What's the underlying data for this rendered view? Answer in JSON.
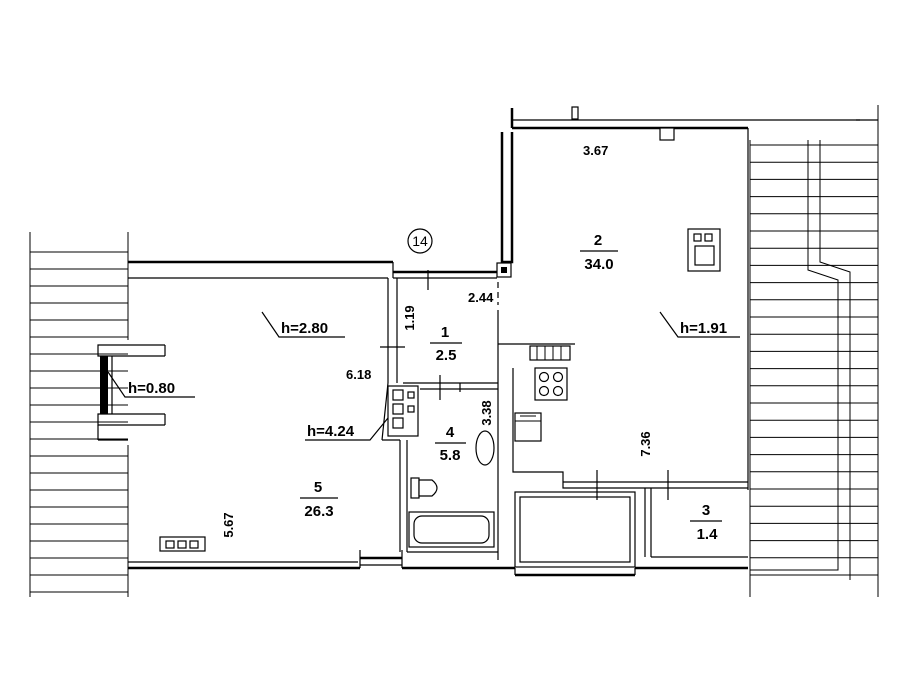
{
  "plan": {
    "apartment_number": "14",
    "rooms": [
      {
        "number": "1",
        "area": "2.5"
      },
      {
        "number": "2",
        "area": "34.0"
      },
      {
        "number": "3",
        "area": "1.4"
      },
      {
        "number": "4",
        "area": "5.8"
      },
      {
        "number": "5",
        "area": "26.3"
      }
    ],
    "heights": [
      "h=2.80",
      "h=0.80",
      "h=4.24",
      "h=1.91"
    ],
    "dimensions": [
      "3.67",
      "2.44",
      "1.19",
      "6.18",
      "3.38",
      "7.36",
      "5.67"
    ]
  }
}
